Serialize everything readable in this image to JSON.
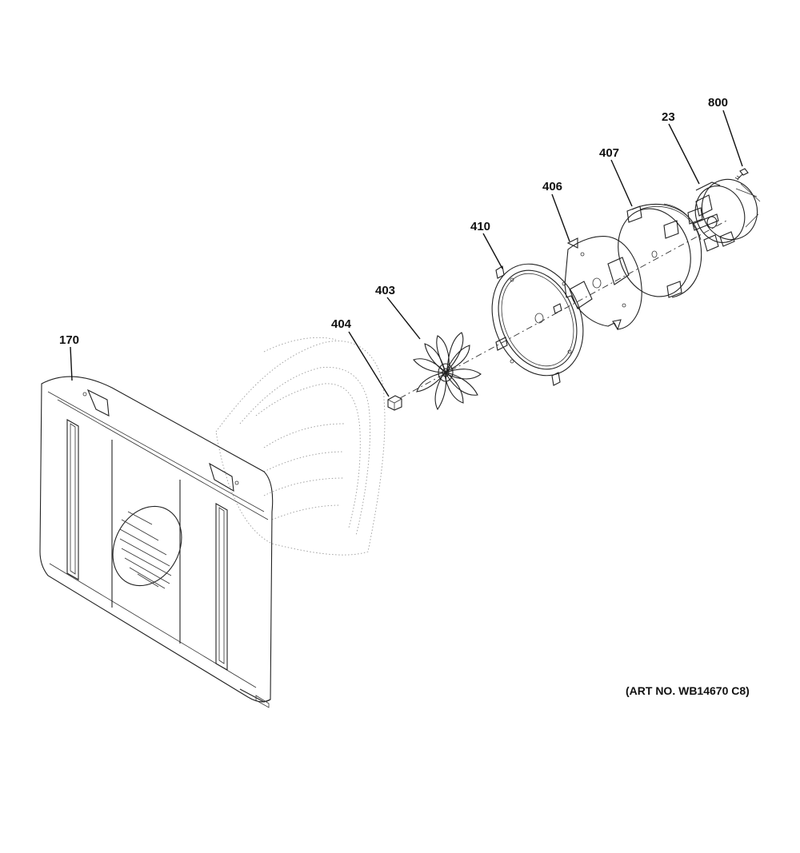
{
  "diagram": {
    "callouts": {
      "p170": "170",
      "p404": "404",
      "p403": "403",
      "p410": "410",
      "p406": "406",
      "p407": "407",
      "p23": "23",
      "p800": "800"
    },
    "art_number": "(ART NO. WB14670 C8)"
  }
}
